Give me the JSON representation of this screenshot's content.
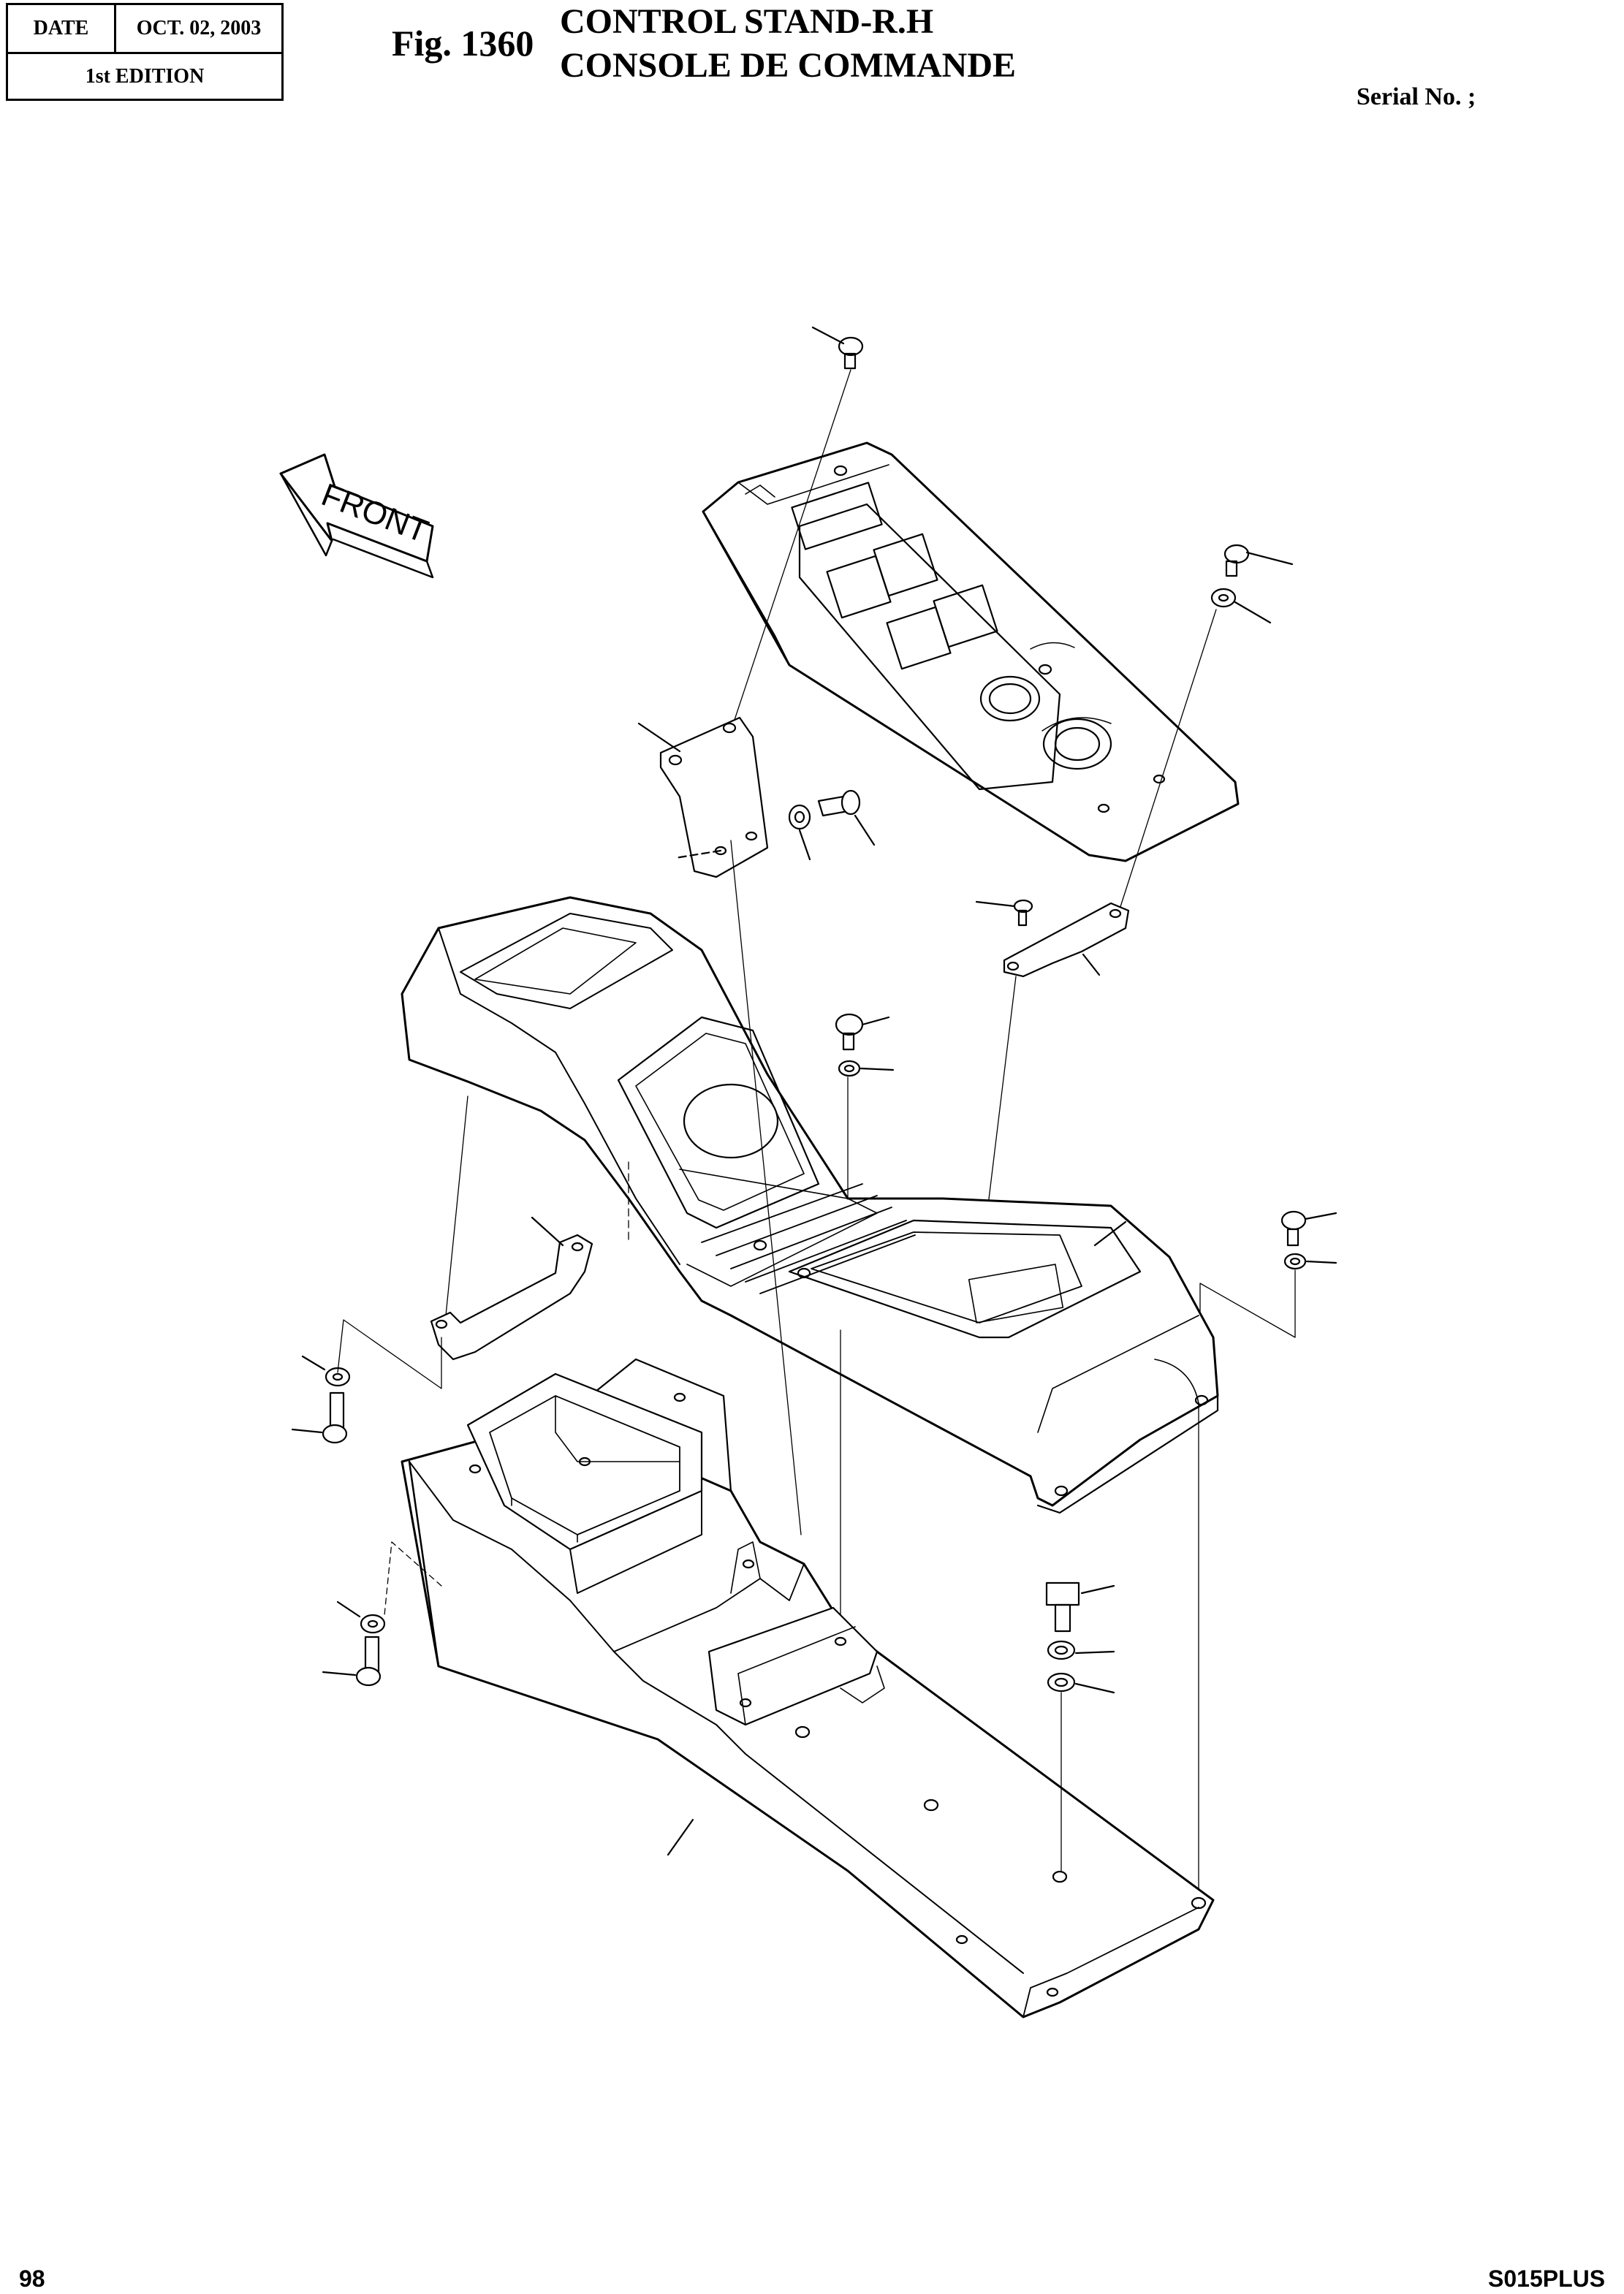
{
  "header": {
    "date_label": "DATE",
    "date_value": "OCT. 02, 2003",
    "edition": "1st EDITION",
    "fig_label": "Fig. 1360",
    "title_en": "CONTROL STAND-R.H",
    "title_fr": "CONSOLE DE COMMANDE",
    "serial": "Serial No. ;"
  },
  "drawing": {
    "front_arrow_label": "FRONT"
  },
  "footer": {
    "page_number": "98",
    "model": "S015PLUS"
  }
}
